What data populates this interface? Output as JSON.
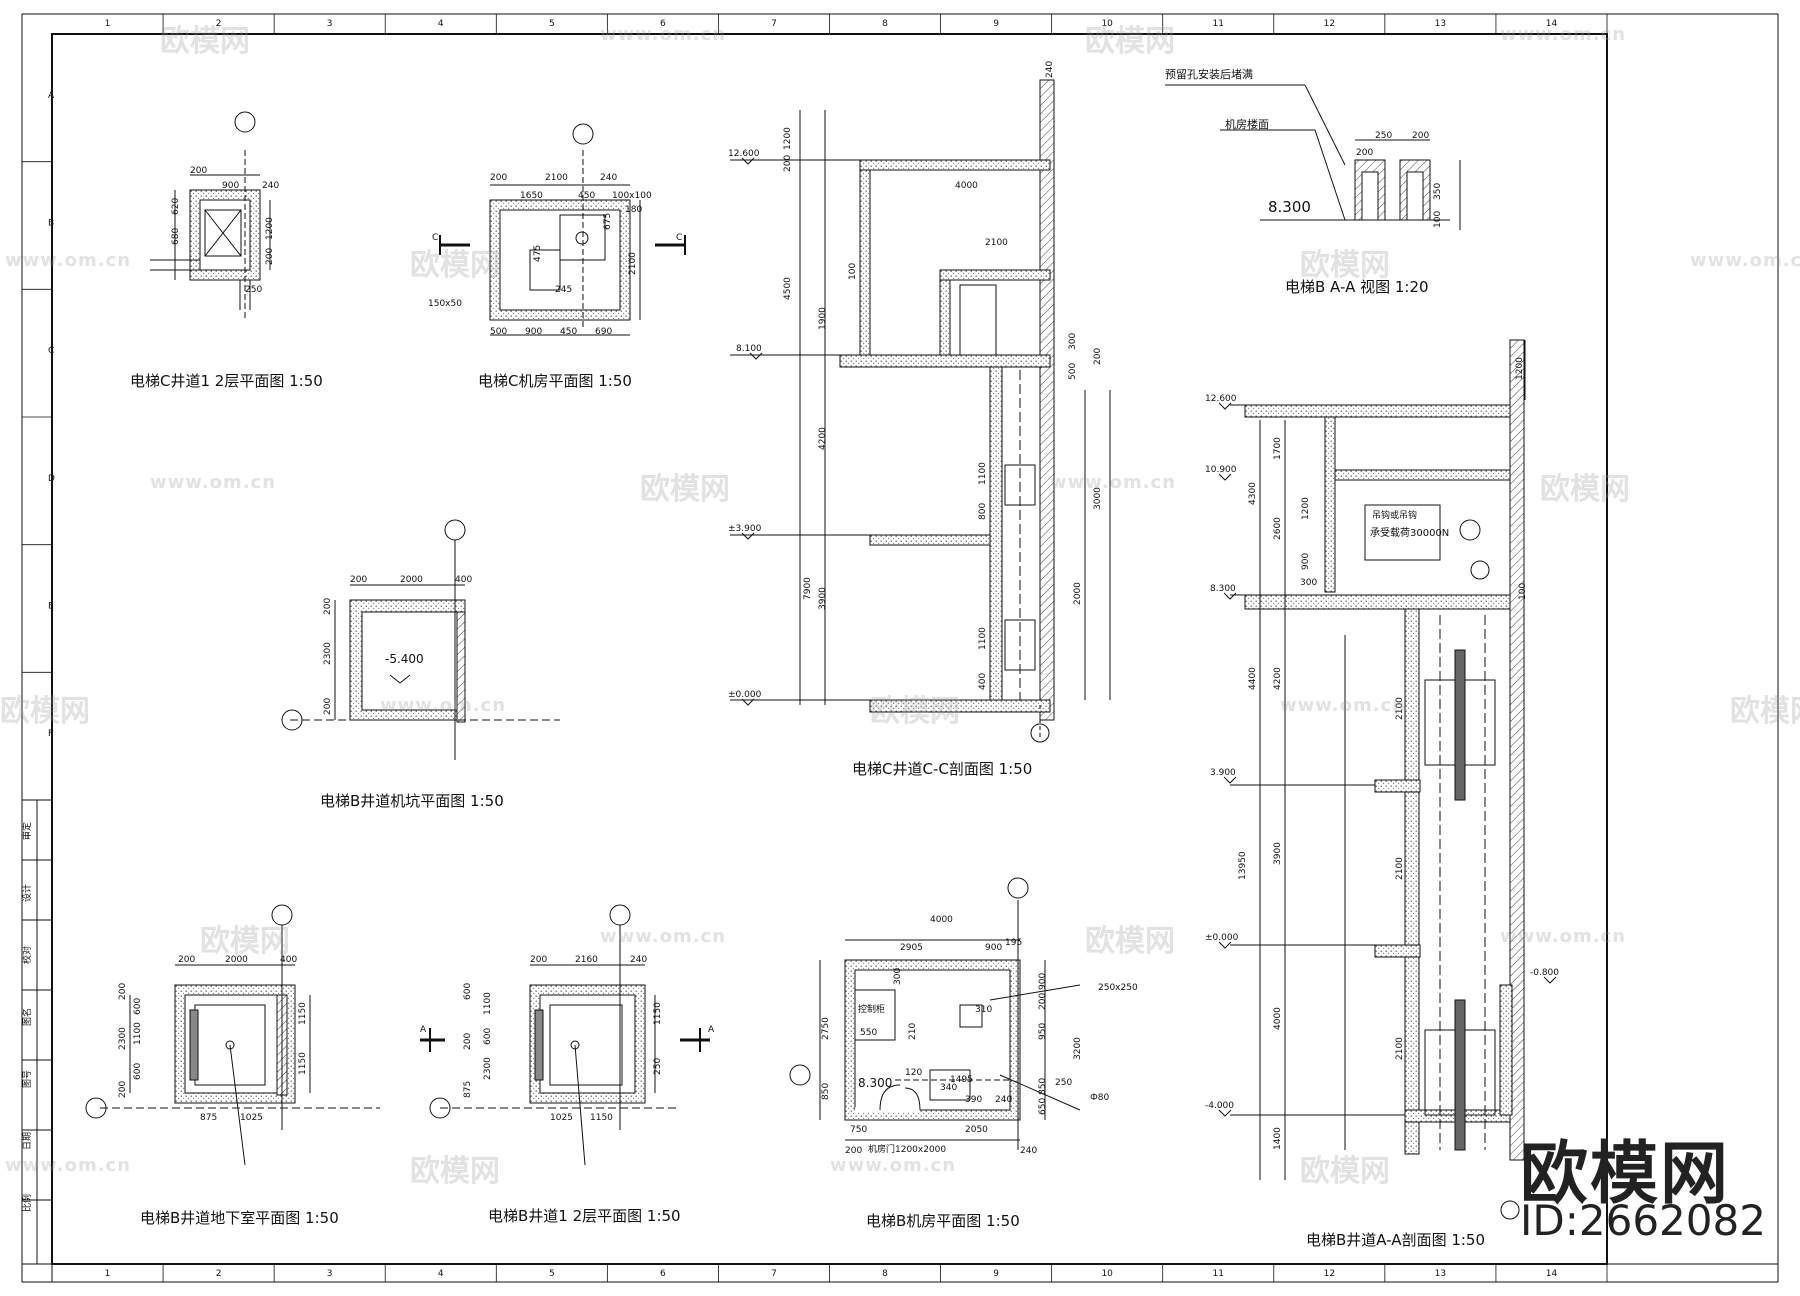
{
  "drawing": {
    "titles": {
      "c_shaft_floor": "电梯C井道1 2层平面图 1:50",
      "c_machine_room": "电梯C机房平面图 1:50",
      "c_section": "电梯C井道C-C剖面图 1:50",
      "b_aa_view": "电梯B A-A 视图 1:20",
      "b_pit": "电梯B井道机坑平面图 1:50",
      "b_basement": "电梯B井道地下室平面图 1:50",
      "b_floor": "电梯B井道1 2层平面图 1:50",
      "b_machine_room": "电梯B机房平面图 1:50",
      "b_section": "电梯B井道A-A剖面图 1:50"
    },
    "notes": {
      "reserved_hole": "预留孔安装后堵满",
      "machine_floor": "机房楼面",
      "hook_load": "承受载荷30000N",
      "hook": "吊钩或吊钩",
      "control_cabinet": "控制柜",
      "door_size": "机房门1200x2000",
      "cable_hole": "250x250",
      "pit_level": "-5.400"
    },
    "levels": {
      "c_section": [
        "12.600",
        "8.100",
        "±3.900",
        "±0.000"
      ],
      "b_section": [
        "12.600",
        "10.900",
        "8.300",
        "3.900",
        "±0.000",
        "-4.000",
        "-0.800"
      ],
      "aa_view": "8.300",
      "b_machine": "8.300"
    },
    "dims": {
      "c_floor": [
        "200",
        "900",
        "240",
        "620",
        "680",
        "1200",
        "200",
        "250"
      ],
      "c_room": [
        "200",
        "2100",
        "240",
        "1650",
        "450",
        "100x100",
        "675",
        "180",
        "2100",
        "475",
        "245",
        "150x50",
        "500",
        "900",
        "450",
        "690"
      ],
      "c_section": [
        "240",
        "1200",
        "200",
        "4000",
        "4500",
        "100",
        "2100",
        "1900",
        "300",
        "500",
        "200",
        "4200",
        "1100",
        "800",
        "3900",
        "2000",
        "1100",
        "400",
        "7900",
        "3000"
      ],
      "b_pit": [
        "200",
        "2000",
        "400",
        "200",
        "2300",
        "200"
      ],
      "b_basement": [
        "200",
        "2000",
        "400",
        "200",
        "600",
        "1100",
        "600",
        "2300",
        "200",
        "875",
        "1025",
        "1150",
        "1150"
      ],
      "b_floor": [
        "200",
        "2160",
        "240",
        "600",
        "1100",
        "600",
        "2300",
        "200",
        "875",
        "1025",
        "1150",
        "1150",
        "250"
      ],
      "b_room": [
        "4000",
        "2905",
        "900",
        "195",
        "300",
        "2750",
        "550",
        "310",
        "210",
        "120",
        "340",
        "1495",
        "390",
        "240",
        "850",
        "750",
        "2050",
        "200",
        "240",
        "900",
        "950",
        "3200",
        "200",
        "850",
        "650",
        "250",
        "Ф80"
      ],
      "aa_view": [
        "250",
        "200",
        "200",
        "350",
        "100"
      ],
      "b_section": [
        "1200",
        "1700",
        "4300",
        "2600",
        "1200",
        "900",
        "300",
        "100",
        "4400",
        "4200",
        "3900",
        "4000",
        "1400",
        "2100",
        "2100",
        "2100",
        "13950"
      ]
    },
    "axis_labels": {
      "columns": [
        "1",
        "2",
        "3",
        "4",
        "5",
        "6",
        "7",
        "8",
        "9",
        "10",
        "11",
        "12",
        "13",
        "14"
      ],
      "rows": [
        "A",
        "B",
        "C",
        "D",
        "E",
        "F"
      ]
    },
    "section_marks": [
      "C",
      "C",
      "A",
      "A"
    ],
    "side_labels": [
      "审定",
      "设计",
      "校对",
      "图名",
      "图号",
      "日期",
      "比例"
    ]
  },
  "watermark": {
    "logo": "欧模网",
    "url": "www.om.cn",
    "brand": "欧模网",
    "id": "ID:2662082"
  },
  "colors": {
    "line": "#111111",
    "watermark": "#969696"
  }
}
